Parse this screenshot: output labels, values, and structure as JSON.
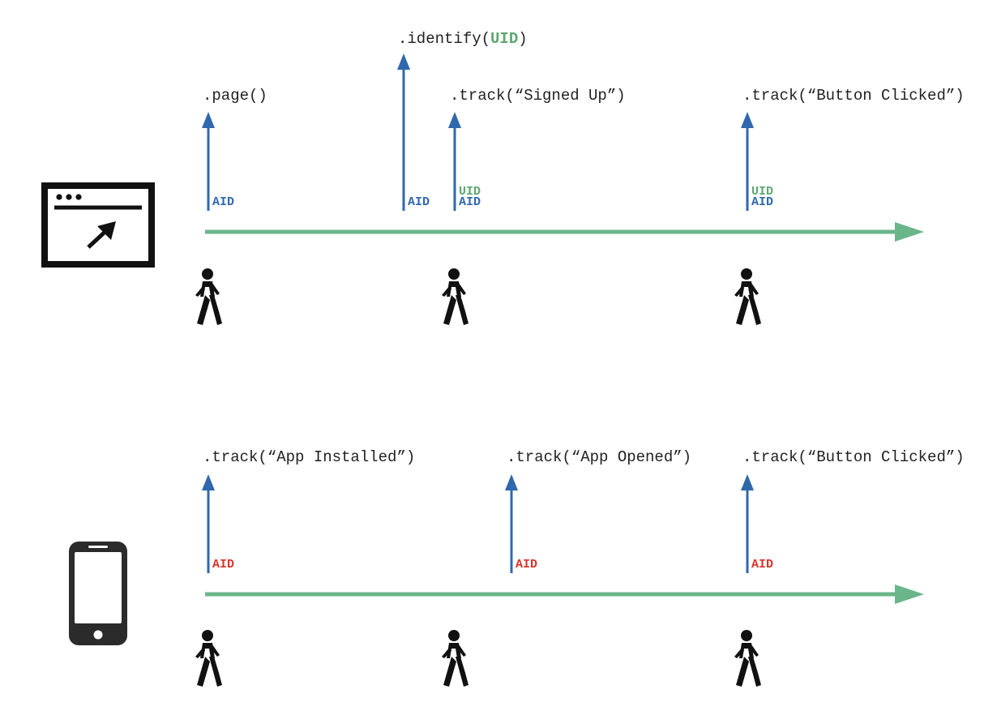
{
  "colors": {
    "timeline": "#6ab58a",
    "arrow": "#2f68ad",
    "aid_web": "#2f68ad",
    "uid": "#5ea770",
    "aid_mobile": "#d9342b",
    "icon": "#111111",
    "text": "#222222"
  },
  "web_row": {
    "device_icon": "browser-window-icon",
    "events": [
      {
        "call": ".page()",
        "ids": [
          "AID"
        ]
      },
      {
        "call_prefix": ".identify(",
        "call_arg": "UID",
        "call_suffix": ")",
        "ids": [
          "AID"
        ]
      },
      {
        "call": ".track(“Signed Up”)",
        "ids": [
          "UID",
          "AID"
        ]
      },
      {
        "call": ".track(“Button Clicked”)",
        "ids": [
          "UID",
          "AID"
        ]
      }
    ],
    "user_icon": "walking-person-icon"
  },
  "mobile_row": {
    "device_icon": "smartphone-icon",
    "events": [
      {
        "call": ".track(“App Installed”)",
        "ids": [
          "AID"
        ]
      },
      {
        "call": ".track(“App Opened”)",
        "ids": [
          "AID"
        ]
      },
      {
        "call": ".track(“Button Clicked”)",
        "ids": [
          "AID"
        ]
      }
    ],
    "user_icon": "walking-person-icon"
  }
}
